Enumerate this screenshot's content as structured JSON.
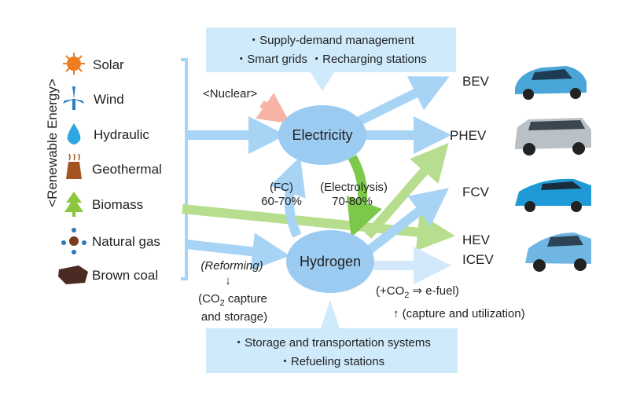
{
  "group_label": "<Renewable Energy>",
  "sources": [
    {
      "label": "Solar",
      "icon": "sun-icon",
      "color": "#ef7d22"
    },
    {
      "label": "Wind",
      "icon": "wind-turbine-icon",
      "color": "#2a7fc4"
    },
    {
      "label": "Hydraulic",
      "icon": "water-drop-icon",
      "color": "#2fa7df"
    },
    {
      "label": "Geothermal",
      "icon": "geothermal-icon",
      "color": "#a45420"
    },
    {
      "label": "Biomass",
      "icon": "tree-icon",
      "color": "#8cc63f"
    },
    {
      "label": "Natural gas",
      "icon": "molecule-icon",
      "color": "#7a3b1b"
    },
    {
      "label": "Brown coal",
      "icon": "coal-icon",
      "color": "#4a2a22"
    }
  ],
  "top_box": {
    "line1": "・Supply-demand management",
    "line2": "・Smart grids ・Recharging stations"
  },
  "bottom_box": {
    "line1": "・Storage and transportation systems",
    "line2": "・Refueling stations"
  },
  "nuclear": "<Nuclear>",
  "nodes": {
    "electricity": "Electricity",
    "hydrogen": "Hydrogen"
  },
  "conversions": {
    "fc": "(FC)",
    "fc_eff": "60-70%",
    "electrolysis": "(Electrolysis)",
    "electrolysis_eff": "70-80%"
  },
  "reforming": {
    "label": "(Reforming)",
    "arrow": "↓",
    "ccs_a": "(CO",
    "ccs_sub": "2",
    "ccs_b": " capture",
    "ccs_line2": "and storage)"
  },
  "efuel": {
    "a": "(+CO",
    "sub": "2",
    "b": " ⇒ e-fuel)",
    "arrow": "↑",
    "note": "(capture and utilization)"
  },
  "vehicles": [
    "BEV",
    "PHEV",
    "FCV",
    "HEV",
    "ICEV"
  ],
  "colors": {
    "blue": "#a7d3f5",
    "node": "#9ccbf1",
    "green": "#b7de8e",
    "dgreen": "#7cc84a",
    "box": "#cfeafb",
    "pink": "#f6b3a6"
  }
}
